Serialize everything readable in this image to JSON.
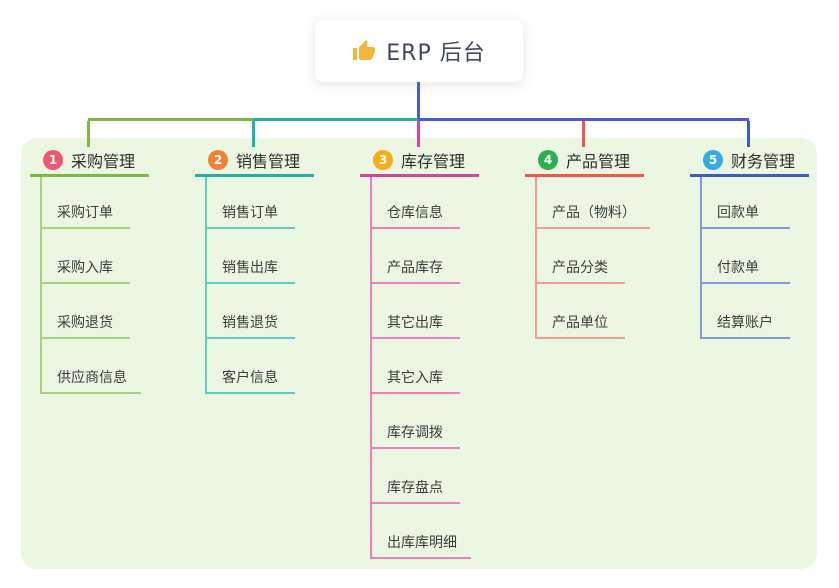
{
  "root": {
    "label": "ERP 后台",
    "icon": "thumbs-up",
    "box_color": "#ffffff",
    "text_color": "#3f4a5a",
    "icon_color": "#f2b63c"
  },
  "colors": {
    "background": "#ffffff",
    "panel": "#ebf7e3",
    "root_line": "#4c5ad4",
    "title_text": "#2e2e2e",
    "child_text": "#3c3c3c"
  },
  "branches": [
    {
      "num": "1",
      "label": "采购管理",
      "badge_color": "#f25572",
      "line_color": "#7cb93f",
      "child_line_color": "#a6d37c",
      "children": [
        "采购订单",
        "采购入库",
        "采购退货",
        "供应商信息"
      ]
    },
    {
      "num": "2",
      "label": "销售管理",
      "badge_color": "#f08237",
      "line_color": "#1fb3a7",
      "child_line_color": "#5fccc3",
      "children": [
        "销售订单",
        "销售出库",
        "销售退货",
        "客户信息"
      ]
    },
    {
      "num": "3",
      "label": "库存管理",
      "badge_color": "#f5ad18",
      "line_color": "#dd41a0",
      "child_line_color": "#ee7fc1",
      "children": [
        "仓库信息",
        "产品库存",
        "其它出库",
        "其它入库",
        "库存调拨",
        "库存盘点",
        "出库库明细"
      ]
    },
    {
      "num": "4",
      "label": "产品管理",
      "badge_color": "#2fae4d",
      "line_color": "#f4564a",
      "child_line_color": "#f89a90",
      "children": [
        "产品（物料）",
        "产品分类",
        "产品单位"
      ]
    },
    {
      "num": "5",
      "label": "财务管理",
      "badge_color": "#34ace2",
      "line_color": "#3d5bd0",
      "child_line_color": "#8598d8",
      "children": [
        "回款单",
        "付款单",
        "结算账户"
      ]
    }
  ]
}
